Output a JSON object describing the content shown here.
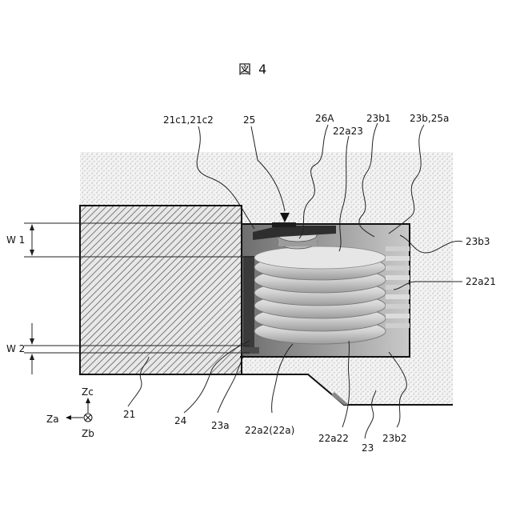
{
  "figure": {
    "title": "図 4"
  },
  "labels": {
    "l21c": "21c1,21c2",
    "l25": "25",
    "l26A": "26A",
    "l22a23": "22a23",
    "l23b1": "23b1",
    "l23b25a": "23b,25a",
    "l23b3": "23b3",
    "l22a21": "22a21",
    "lW1": "W 1",
    "lW2": "W 2",
    "l21": "21",
    "l24": "24",
    "l23a": "23a",
    "l22a2": "22a2(22a)",
    "l22a22": "22a22",
    "l23": "23",
    "l23b2": "23b2"
  },
  "axes": {
    "zc": "Zc",
    "za": "Za",
    "zb": "Zb"
  }
}
